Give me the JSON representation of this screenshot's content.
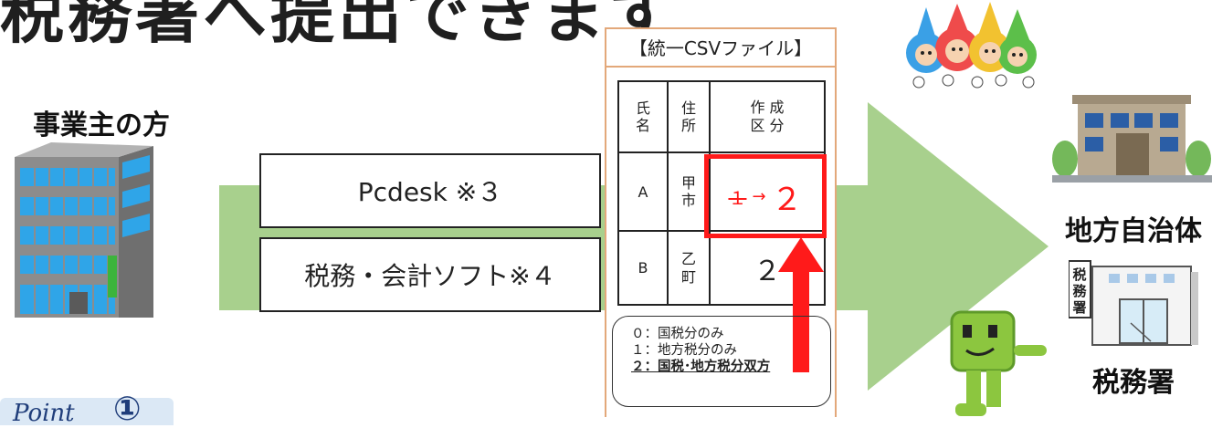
{
  "headline": "税務署へ提出できます",
  "left_label": "事業主の方",
  "right_top_label": "地方自治体",
  "right_bottom_label": "税務署",
  "software": [
    "Pcdesk ※３",
    "税務・会計ソフト※４"
  ],
  "csv": {
    "title": "【統一CSVファイル】",
    "headers": [
      "氏名",
      "住所",
      "作 成\n区 分"
    ],
    "rows": [
      {
        "name": "A",
        "address": "甲市",
        "old_value": "１",
        "arrow": "→",
        "value": "２"
      },
      {
        "name": "B",
        "address": "乙町",
        "value": "２"
      }
    ],
    "legend": [
      "０：国税分のみ",
      "１：地方税分のみ",
      "２：国税･地方税分双方"
    ]
  },
  "badge_text": "Point",
  "badge_number": "①",
  "tax_office_sign": "税務署",
  "colors": {
    "arrow_green": "#a8d08d",
    "highlight_red": "#ff1a1a",
    "csv_border": "#e3a87a"
  }
}
